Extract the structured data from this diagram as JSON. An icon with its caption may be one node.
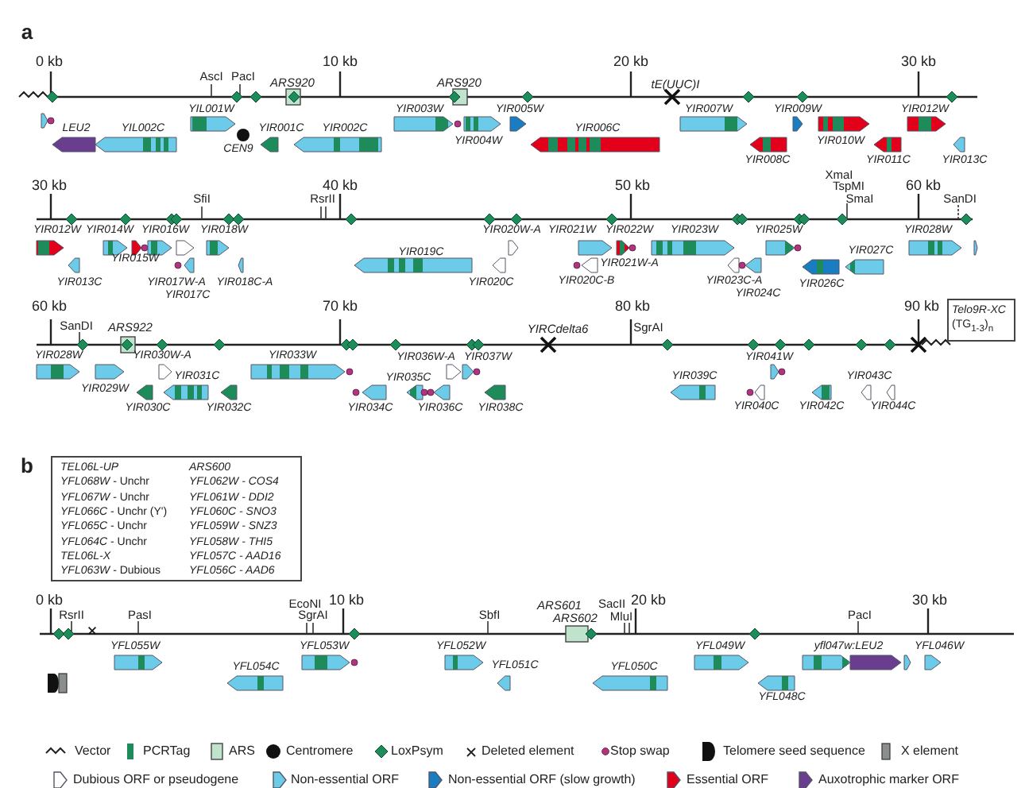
{
  "diagram": {
    "nodes": [
      {
        "text": [
          "*Telo9R-XC* (TG$_{1-3}$)$_{n}$"
        ]
      },
      {
        "text": [
          "TEL06L-UP",
          "ARS600",
          "*YFL068W* - Unchr",
          "YFL062W - COS4",
          "*YFL067W* - Unchr",
          "YFL061W - DDI2",
          "*YFL066C* - Unchr (Y')",
          "YFL060C - SNO3",
          "*YFL065C* - Unchr",
          "YFL059W - SNZ3",
          "*YFL064C* - Unchr",
          "YFL058W - THI5",
          "TEL06L-X",
          "YFL057C - AAD16",
          "*YFL063W* - Dubious",
          "YFL056C - AAD6"
        ]
      }
    ],
    "edges": [],
    "labels": [
      "a",
      "0 kb",
      "10 kb",
      "20 kb",
      "30 kb",
      "AscI",
      "PacI",
      "ARS920",
      "ARS920",
      "tE(UUC)I",
      "YIL001W",
      "YIR003W",
      "YIR005W",
      "YIR007W",
      "YIR009W",
      "YIR012W",
      "LEU2",
      "YIL002C",
      "YIR001C",
      "YIR002C",
      "YIR006C",
      "YIR004W",
      "YIR010W",
      "CEN9",
      "YIR008C",
      "YIR011C",
      "YIR013C",
      "XmaI",
      "30 kb",
      "40 kb",
      "50 kb",
      "TspMI",
      "60 kb",
      "SfiI",
      "RsrII",
      "SmaI",
      "SanDI",
      "YIR012W",
      "YIR014W",
      "YIR016W",
      "YIR018W",
      "YIR020W-A",
      "YIR021W",
      "YIR022W",
      "YIR023W",
      "YIR025W",
      "YIR028W",
      "YIR019C",
      "YIR027C",
      "YIR015W",
      "YIR021W-A",
      "YIR013C",
      "YIR017W-A",
      "YIR018C-A",
      "YIR020C",
      "YIR020C-B",
      "YIR023C-A",
      "YIR026C",
      "YIR017C",
      "YIR024C",
      "60 kb",
      "70 kb",
      "80 kb",
      "90 kb",
      "SanDI",
      "ARS922",
      "YIRCdelta6",
      "SgrAI",
      "YIR028W",
      "YIR030W-A",
      "YIR033W",
      "YIR036W-A",
      "YIR037W",
      "YIR041W",
      "YIR031C",
      "YIR035C",
      "YIR039C",
      "YIR043C",
      "YIR029W",
      "YIR030C",
      "YIR032C",
      "YIR034C",
      "YIR036C",
      "YIR038C",
      "YIR040C",
      "YIR042C",
      "YIR044C",
      "b",
      "0 kb",
      "EcoNI",
      "10 kb",
      "ARS601",
      "SacII",
      "20 kb",
      "30 kb",
      "RsrII",
      "PasI",
      "SgrAI",
      "SbfI",
      "ARS602",
      "MluI",
      "PacI",
      "YFL055W",
      "YFL053W",
      "YFL052W",
      "YFL049W",
      "yfl047w:LEU2",
      "YFL046W",
      "YFL054C",
      "YFL051C",
      "YFL050C",
      "YFL048C"
    ],
    "legend": [
      {
        "text": "Vector"
      },
      {
        "text": "PCRTag",
        "color": "#1e8c5a"
      },
      {
        "text": "ARS"
      },
      {
        "text": "Centromere"
      },
      {
        "text": "LoxPsym"
      },
      {
        "text": "Deleted element"
      },
      {
        "text": "Stop swap"
      },
      {
        "text": "Telomere seed sequence"
      },
      {
        "text": "X element"
      },
      {
        "text": "Dubious ORF or pseudogene"
      },
      {
        "text": "Non-essential ORF",
        "color": "#6ccbe8"
      },
      {
        "text": "Non-essential ORF (slow growth)",
        "color": "#1a7dc2"
      },
      {
        "text": "Essential ORF",
        "color": "#e2001a"
      },
      {
        "text": "Auxotrophic marker ORF",
        "color": "#6a3d8f"
      }
    ]
  }
}
